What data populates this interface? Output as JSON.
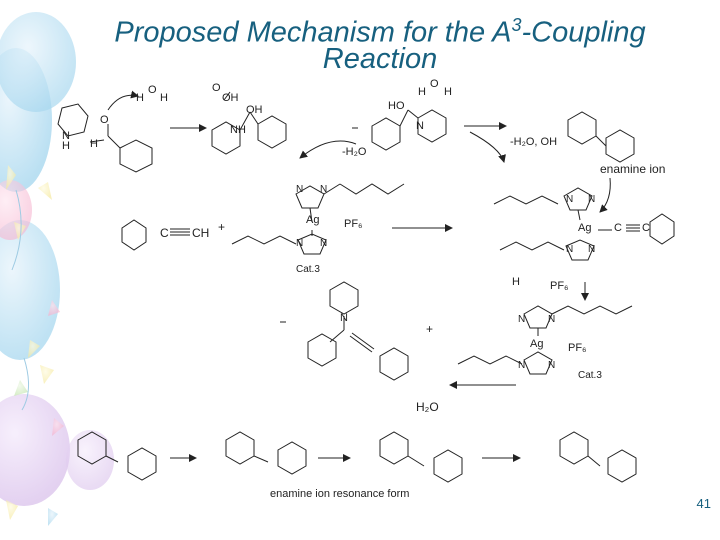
{
  "title": {
    "line1_prefix": "Proposed Mechanism for the A",
    "line1_sup": "3",
    "line1_suffix": "-Coupling",
    "line2": "Reaction"
  },
  "scheme": {
    "reagents": {
      "water_H1": "H",
      "water_O": "O",
      "water_H2": "H",
      "amine_N": "N",
      "amine_H": "H",
      "carbonyl_O": "O",
      "aldehyde_H": "H"
    },
    "hemiaminal": {
      "O": "O",
      "OH": "OH",
      "NH": "NH"
    },
    "dehydration_label": "-H₂O",
    "hemiaminal2": {
      "HO": "HO",
      "N": "N",
      "water": "H",
      "water_O": "O",
      "water_H": "H"
    },
    "iminium_arrow_label": "-H₂O, OH",
    "enamine_ion_caption": "enamine ion",
    "cat_complex": {
      "N1": "N",
      "N2": "N",
      "Ag": "Ag",
      "PF6": "PF₆",
      "N3": "N",
      "N4": "N",
      "caption": "Cat.3"
    },
    "alkyne": {
      "C": "C",
      "CH": "CH",
      "plus": "+"
    },
    "acetylide": {
      "N1": "N",
      "N2": "N",
      "Ag": "Ag",
      "C1": "C",
      "C2": "C",
      "N3": "N",
      "N4": "N",
      "H": "H",
      "PF6": "PF₆"
    },
    "product": {
      "N": "N",
      "plus": "+"
    },
    "regen_cat": {
      "N1": "N",
      "N2": "N",
      "Ag": "Ag",
      "PF6": "PF₆",
      "N3": "N",
      "N4": "N",
      "caption": "Cat.3"
    },
    "water_label": "H₂O",
    "resonance_caption": "enamine ion resonance form"
  },
  "page_number": "41"
}
